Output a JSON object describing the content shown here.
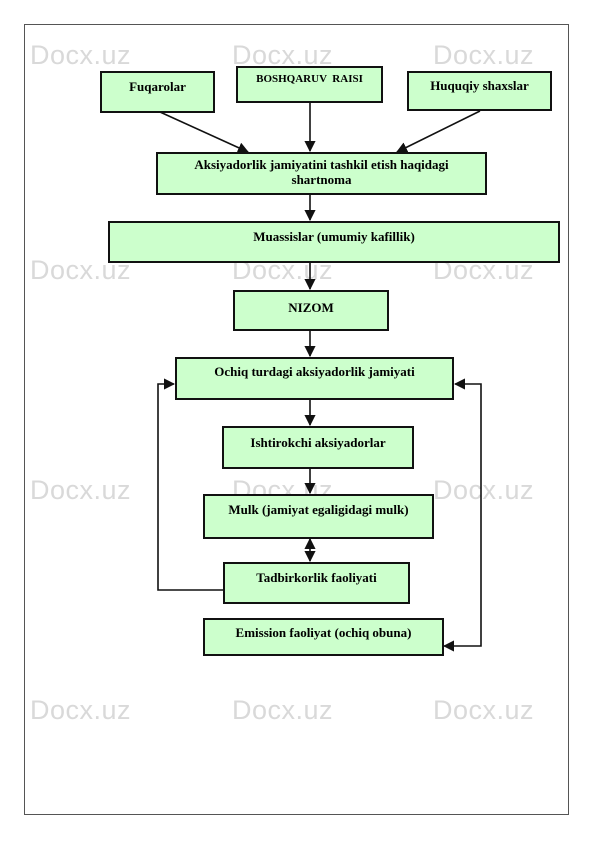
{
  "watermark": {
    "text": "Docx.uz"
  },
  "colors": {
    "box_fill": "#ccffcc",
    "box_border": "#111111",
    "frame": "#555555",
    "watermark": "#d9d9d9"
  },
  "diagram": {
    "nodes": {
      "fuqarolar": "Fuqarolar",
      "boshqaruv_raisi": "BOSHQARUV  RAISI",
      "huquqiy_shaxslar": "Huquqiy shaxslar",
      "shartnoma": "Aksiyadorlik jamiyatini tashkil etish haqidagi shartnoma",
      "muassislar": "Muassislar (umumiy kafillik)",
      "nizom": "NIZOM",
      "ochiq_jamiyat": "Ochiq turdagi aksiyadorlik jamiyati",
      "ishtirokchi": "Ishtirokchi aksiyadorlar",
      "mulk": "Mulk (jamiyat egaligidagi mulk)",
      "tadbirkorlik": "Tadbirkorlik faoliyati",
      "emission": "Emission faoliyat (ochiq obuna)"
    }
  }
}
